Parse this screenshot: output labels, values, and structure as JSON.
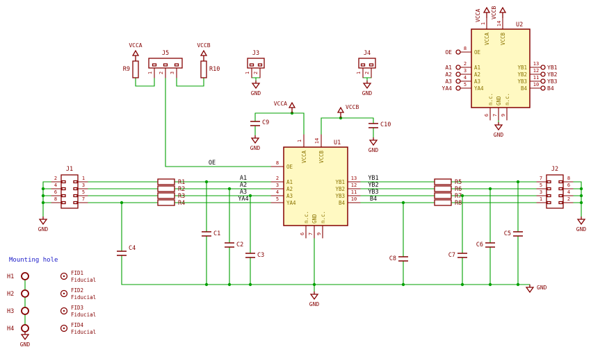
{
  "colors": {
    "wire": "#00A000",
    "component": "#840000",
    "pin_name": "#8A7300",
    "net_label": "#0a0a0a",
    "ic_fill": "#FFF9C2",
    "note": "#1818C8",
    "background": "#FFFFFF"
  },
  "power": {
    "vcca": "VCCA",
    "vccb": "VCCB",
    "gnd": "GND"
  },
  "ics": {
    "u1": {
      "ref": "U1"
    },
    "u2": {
      "ref": "U2"
    },
    "pin_names": {
      "oe": "OE",
      "a1": "A1",
      "a2": "A2",
      "a3": "A3",
      "ya4": "YA4",
      "yb1": "YB1",
      "yb2": "YB2",
      "yb3": "YB3",
      "b4": "B4",
      "vcca": "VCCA",
      "vccb": "VCCB",
      "gnd": "GND",
      "nc": "n.c."
    },
    "pin_numbers": {
      "p1": "1",
      "p2": "2",
      "p3": "3",
      "p4": "4",
      "p5": "5",
      "p6": "6",
      "p7": "7",
      "p8": "8",
      "p9": "9",
      "p10": "10",
      "p11": "11",
      "p12": "12",
      "p13": "13",
      "p14": "14"
    }
  },
  "connectors": {
    "j1": {
      "ref": "J1",
      "left": [
        "2",
        "4",
        "6",
        "8"
      ],
      "right": [
        "1",
        "3",
        "5",
        "7"
      ]
    },
    "j2": {
      "ref": "J2",
      "left": [
        "7",
        "5",
        "3",
        "1"
      ],
      "right": [
        "8",
        "6",
        "4",
        "2"
      ]
    },
    "j3": {
      "ref": "J3",
      "pins": [
        "1",
        "2"
      ]
    },
    "j4": {
      "ref": "J4",
      "pins": [
        "1",
        "2"
      ]
    },
    "j5": {
      "ref": "J5",
      "pins": [
        "1",
        "2",
        "3"
      ]
    }
  },
  "resistors": {
    "r1": "R1",
    "r2": "R2",
    "r3": "R3",
    "r4": "R4",
    "r5": "R5",
    "r6": "R6",
    "r7": "R7",
    "r8": "R8",
    "r9": "R9",
    "r10": "R10"
  },
  "capacitors": {
    "c1": "C1",
    "c2": "C2",
    "c3": "C3",
    "c4": "C4",
    "c5": "C5",
    "c6": "C6",
    "c7": "C7",
    "c8": "C8",
    "c9": "C9",
    "c10": "C10"
  },
  "net_labels": {
    "oe": "OE",
    "a1": "A1",
    "a2": "A2",
    "a3": "A3",
    "ya4": "YA4",
    "yb1": "YB1",
    "yb2": "YB2",
    "yb3": "YB3",
    "b4": "B4"
  },
  "mounting": {
    "note": "Mounting hole",
    "holes": [
      "H1",
      "H2",
      "H3",
      "H4"
    ],
    "fiducials": [
      "FID1",
      "FID2",
      "FID3",
      "FID4"
    ],
    "fiducial_value": "Fiducial"
  }
}
